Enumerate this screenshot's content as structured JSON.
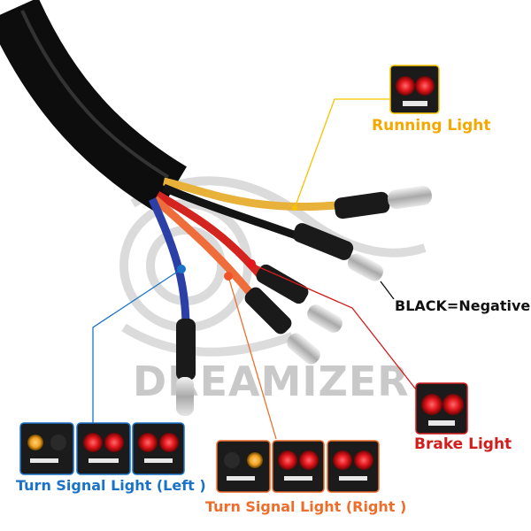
{
  "labels": {
    "running": "Running Light",
    "black": "BLACK=Negative",
    "brake": "Brake Light",
    "turn_left": "Turn Signal Light (Left )",
    "turn_right": "Turn Signal Light (Right )"
  },
  "watermark": "DREAMIZER",
  "colors": {
    "running": "#f5a800",
    "brake": "#d21d1d",
    "turn_left": "#1a73c8",
    "turn_right": "#ee6d2a",
    "black_wire": "#111111"
  }
}
